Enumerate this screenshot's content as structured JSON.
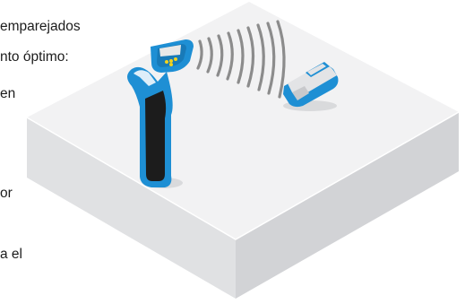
{
  "text_lines": [
    "emparejados",
    "nto óptimo:",
    "en",
    "or",
    "a el"
  ],
  "illustration": {
    "colors": {
      "slab_top": "#f2f2f3",
      "slab_left": "#e0e1e3",
      "slab_right": "#d2d3d6",
      "device_blue": "#1e8fd4",
      "device_dark": "#1c1c1c",
      "screen": "#e8e8e8",
      "wave": "#8c8c8c",
      "transmitter_body": "#e3e4e6"
    },
    "icons": [
      "cable-locator-icon",
      "signal-waves-icon",
      "signal-transmitter-icon"
    ]
  }
}
